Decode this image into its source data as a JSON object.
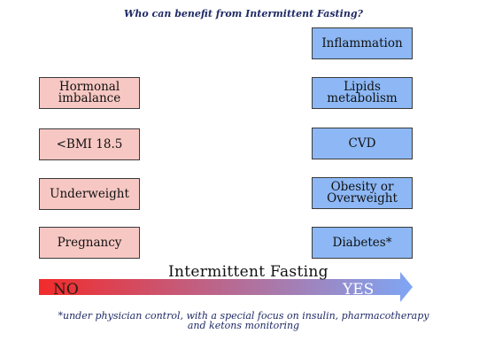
{
  "title": "Who can benefit from Intermittent Fasting?",
  "left_column": [
    "Hormonal imbalance",
    "<BMI 18.5",
    "Underweight",
    "Pregnancy"
  ],
  "right_column": [
    "Inflammation",
    "Lipids metabolism",
    "CVD",
    "Obesity or Overweight",
    "Diabetes*"
  ],
  "arrow": {
    "label": "Intermittent Fasting",
    "start_label": "NO",
    "end_label": "YES",
    "gradient_start_color": "#f22b2b",
    "gradient_end_color": "#7fa6f5"
  },
  "footnote": "*under physician control, with a special focus on insulin, pharmacotherapy and ketons monitoring"
}
